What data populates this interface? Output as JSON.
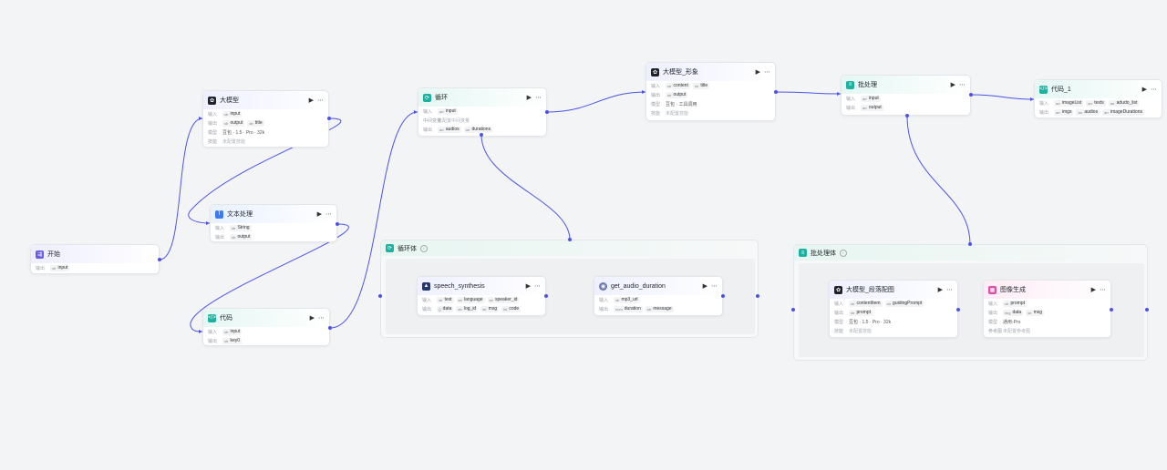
{
  "colors": {
    "edge": "#4d53e8",
    "start": "#6b5ce7",
    "llm": "#1f2329",
    "text": "#3a7bf0",
    "code": "#1eb1a0",
    "loop": "#1eb1a0",
    "batch": "#1eb1a0",
    "image": "#e050a0"
  },
  "labels": {
    "in": "输入",
    "out": "输出",
    "model": "模型",
    "skill": "技能",
    "iter": "中间变量",
    "ref": "参考图"
  },
  "start": {
    "title": "开始",
    "input": "input"
  },
  "llm1": {
    "title": "大模型",
    "in1": "input",
    "out1": "output",
    "out2": "title",
    "model": "豆包 · 1.5 · Pro · 32k",
    "skill": "未配置技能"
  },
  "textproc": {
    "title": "文本处理",
    "in1": "String",
    "out1": "output"
  },
  "code": {
    "title": "代码",
    "in1": "input",
    "out1": "key0"
  },
  "loop": {
    "title": "循环",
    "in1": "input",
    "iter": "未配置中间变量",
    "out1": "audios",
    "out2": "durations"
  },
  "llm2": {
    "title": "大模型_形象",
    "in1": "content",
    "in2": "title",
    "out1": "output",
    "model": "豆包 · 工具调用",
    "skill": "未配置技能"
  },
  "batch": {
    "title": "批处理",
    "in1": "input",
    "out1": "output"
  },
  "code1": {
    "title": "代码_1",
    "in1": "imageList",
    "in2": "texts",
    "in3": "adudo_list",
    "out1": "imgs",
    "out2": "audios",
    "out3": "imageDurations"
  },
  "loopbody": {
    "title": "循环体"
  },
  "speech": {
    "title": "speech_synthesis",
    "in1": "text",
    "in2": "language",
    "in3": "speaker_id",
    "out1": "data",
    "out2": "log_id",
    "out3": "msg",
    "out4": "code"
  },
  "duration": {
    "title": "get_audio_duration",
    "in1": "mp3_url",
    "out1": "duration",
    "out2": "message"
  },
  "batchbody": {
    "title": "批处理体"
  },
  "llm3": {
    "title": "大模型_段落配图",
    "in1": "contentItem",
    "in2": "guidingPrompt",
    "out1": "prompt",
    "model": "豆包 · 1.5 · Pro · 32k",
    "skill": "未配置技能"
  },
  "imggen": {
    "title": "图像生成",
    "in1": "prompt",
    "out1": "data",
    "out2": "msg",
    "model": "通用-Pro",
    "ref": "未配置参考图"
  }
}
